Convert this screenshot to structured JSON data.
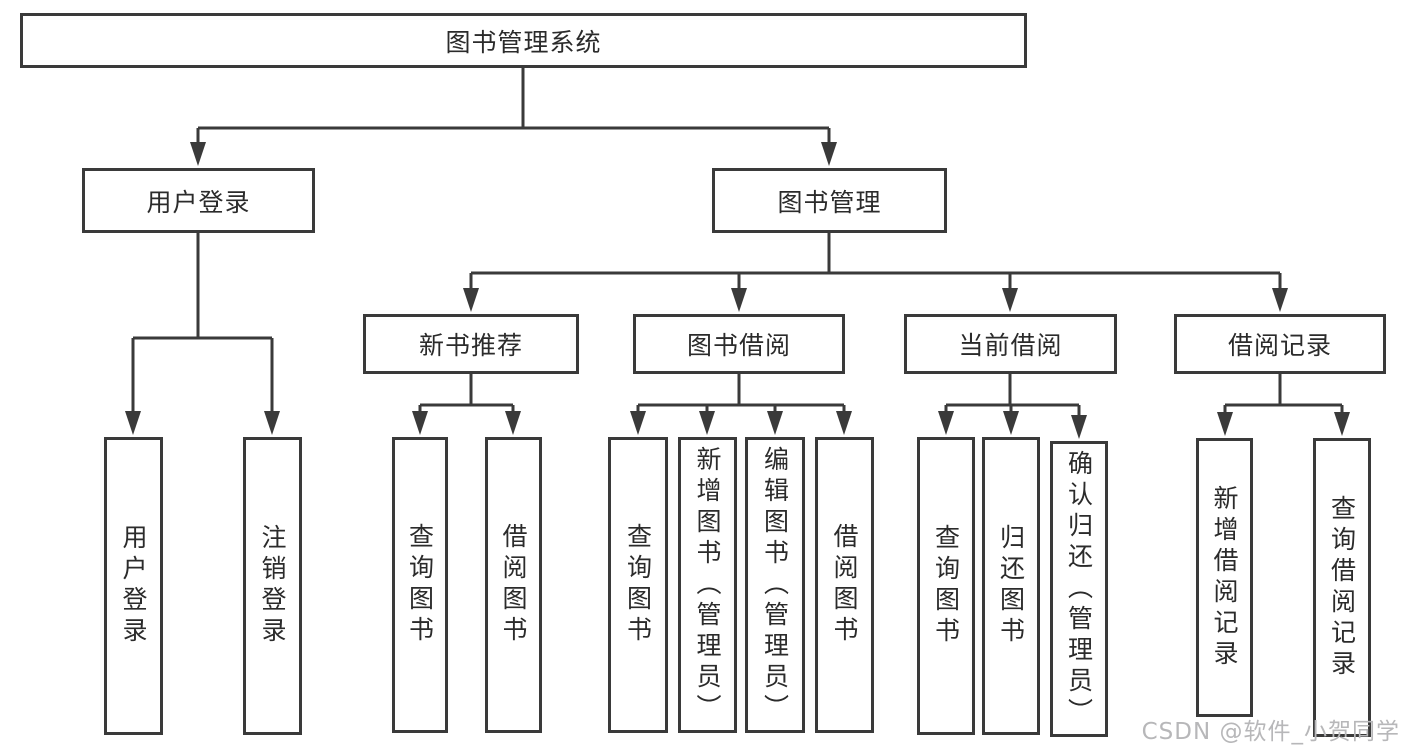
{
  "diagram": {
    "root": "图书管理系统",
    "login_branch": {
      "label": "用户登录",
      "children": [
        "用户登录",
        "注销登录"
      ]
    },
    "mgmt_branch": {
      "label": "图书管理",
      "sections": [
        {
          "label": "新书推荐",
          "children": [
            "查询图书",
            "借阅图书"
          ]
        },
        {
          "label": "图书借阅",
          "children": [
            "查询图书",
            "新增图书（管理员）",
            "编辑图书（管理员）",
            "借阅图书"
          ]
        },
        {
          "label": "当前借阅",
          "children": [
            "查询图书",
            "归还图书",
            "确认归还（管理员）"
          ]
        },
        {
          "label": "借阅记录",
          "children": [
            "新增借阅记录",
            "查询借阅记录"
          ]
        }
      ]
    }
  },
  "watermark": "CSDN @软件_小贺同学",
  "colors": {
    "line": "#3a3a3a",
    "text": "#2b2b2b",
    "background": "#ffffff",
    "watermark": "#b7b7b9"
  }
}
